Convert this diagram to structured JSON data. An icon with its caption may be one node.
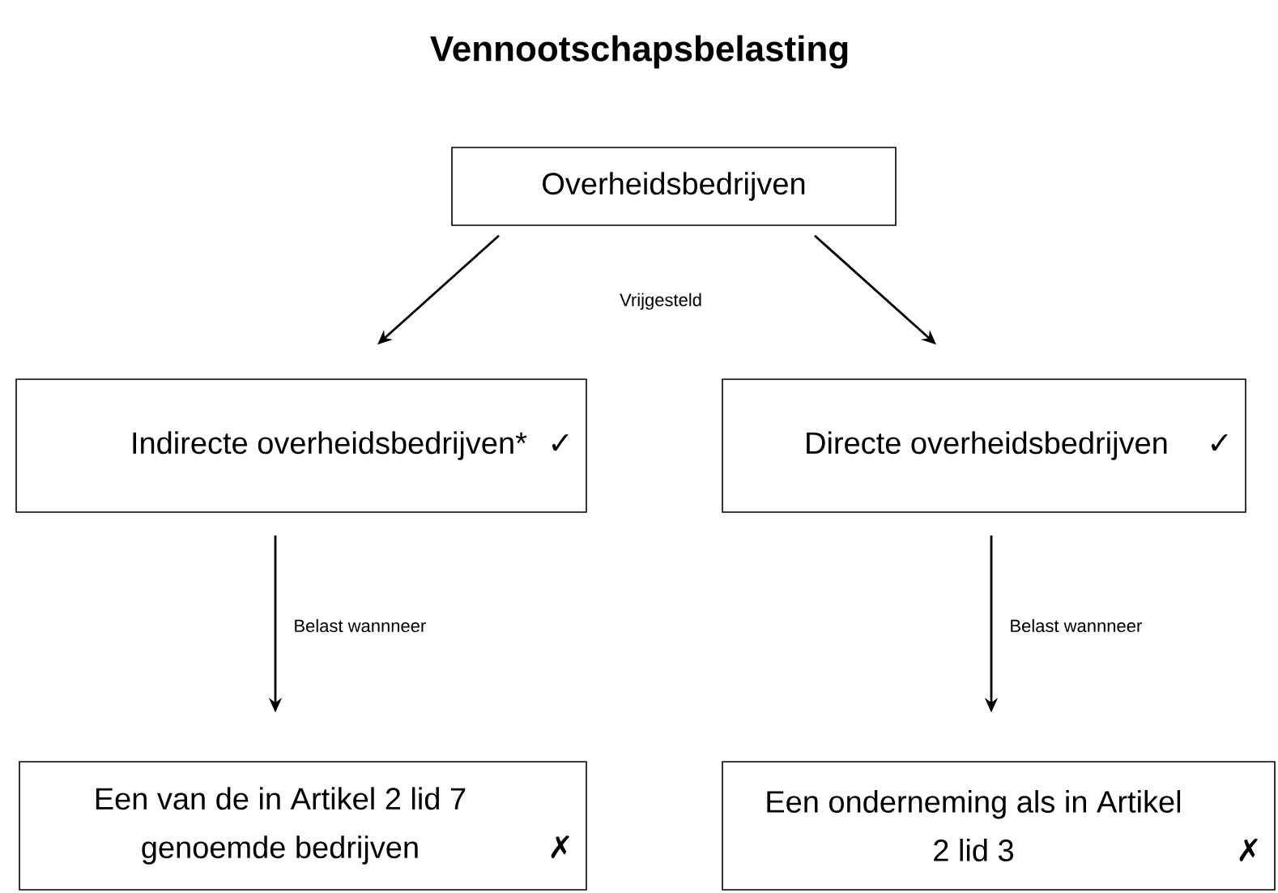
{
  "diagram": {
    "title": "Vennootschapsbelasting",
    "nodes": [
      {
        "text": [
          "Overheidsbedrijven"
        ]
      },
      {
        "text": [
          "Indirecte overheidsbedrijven*",
          "✓"
        ]
      },
      {
        "text": [
          "Directe overheidsbedrijven",
          "✓"
        ]
      },
      {
        "text": [
          "Een van de in Artikel 2 lid 7 genoemde bedrijven",
          "✗"
        ]
      },
      {
        "text": [
          "Een onderneming als in Artikel 2 lid 3",
          "✗"
        ]
      }
    ],
    "edges": [
      {
        "from": 0,
        "to": 1,
        "arrow": "to"
      },
      {
        "from": 0,
        "to": 2,
        "arrow": "to"
      },
      {
        "from": 1,
        "to": 3,
        "arrow": "to",
        "label": "Belast wannneer"
      },
      {
        "from": 2,
        "to": 4,
        "arrow": "to",
        "label": "Belast wannneer"
      }
    ],
    "labels": [
      "Vrijgesteld"
    ]
  }
}
